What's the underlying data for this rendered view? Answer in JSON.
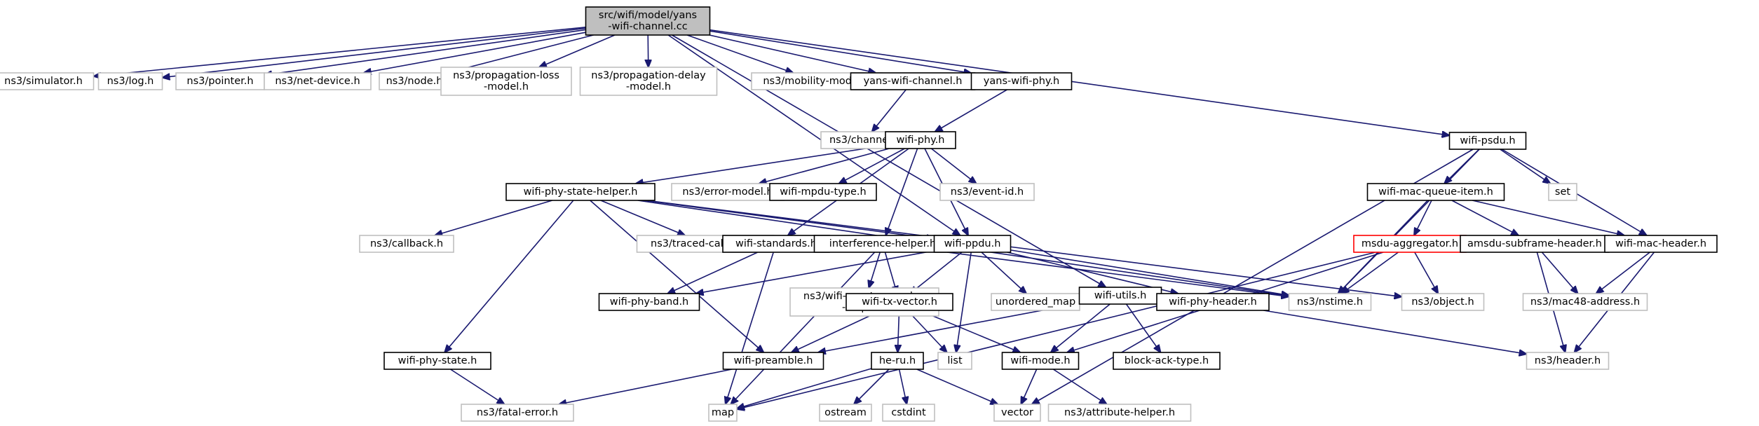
{
  "graph": {
    "root": "src/wifi/model/yans-wifi-channel.cc",
    "colors": {
      "edge": "#191970",
      "root_fill": "#bfbfbf",
      "root_border": "#000000",
      "documented_border": "#000000",
      "external_border": "#bfbfbf",
      "highlight_border": "#ff0000",
      "node_fill": "#ffffff"
    },
    "nodes": [
      {
        "id": "root",
        "lines": [
          "src/wifi/model/yans",
          "-wifi-channel.cc"
        ],
        "kind": "root"
      },
      {
        "id": "simulator",
        "lines": [
          "ns3/simulator.h"
        ],
        "kind": "external"
      },
      {
        "id": "log",
        "lines": [
          "ns3/log.h"
        ],
        "kind": "external"
      },
      {
        "id": "pointer",
        "lines": [
          "ns3/pointer.h"
        ],
        "kind": "external"
      },
      {
        "id": "netdevice",
        "lines": [
          "ns3/net-device.h"
        ],
        "kind": "external"
      },
      {
        "id": "node",
        "lines": [
          "ns3/node.h"
        ],
        "kind": "external"
      },
      {
        "id": "proploss",
        "lines": [
          "ns3/propagation-loss",
          "-model.h"
        ],
        "kind": "external"
      },
      {
        "id": "propdelay",
        "lines": [
          "ns3/propagation-delay",
          "-model.h"
        ],
        "kind": "external"
      },
      {
        "id": "mobility",
        "lines": [
          "ns3/mobility-model.h"
        ],
        "kind": "external"
      },
      {
        "id": "yanschan",
        "lines": [
          "yans-wifi-channel.h"
        ],
        "kind": "documented"
      },
      {
        "id": "yansphy",
        "lines": [
          "yans-wifi-phy.h"
        ],
        "kind": "documented"
      },
      {
        "id": "wifipsdu",
        "lines": [
          "wifi-psdu.h"
        ],
        "kind": "documented"
      },
      {
        "id": "channel",
        "lines": [
          "ns3/channel.h"
        ],
        "kind": "external"
      },
      {
        "id": "wifiphy",
        "lines": [
          "wifi-phy.h"
        ],
        "kind": "documented"
      },
      {
        "id": "phystatehelper",
        "lines": [
          "wifi-phy-state-helper.h"
        ],
        "kind": "documented"
      },
      {
        "id": "errormodel",
        "lines": [
          "ns3/error-model.h"
        ],
        "kind": "external"
      },
      {
        "id": "mpdutype",
        "lines": [
          "wifi-mpdu-type.h"
        ],
        "kind": "documented"
      },
      {
        "id": "eventid",
        "lines": [
          "ns3/event-id.h"
        ],
        "kind": "external"
      },
      {
        "id": "macqueue",
        "lines": [
          "wifi-mac-queue-item.h"
        ],
        "kind": "documented"
      },
      {
        "id": "set",
        "lines": [
          "set"
        ],
        "kind": "external"
      },
      {
        "id": "callback",
        "lines": [
          "ns3/callback.h"
        ],
        "kind": "external"
      },
      {
        "id": "tracedcb",
        "lines": [
          "ns3/traced-callback.h"
        ],
        "kind": "external"
      },
      {
        "id": "standards",
        "lines": [
          "wifi-standards.h"
        ],
        "kind": "documented"
      },
      {
        "id": "interference",
        "lines": [
          "interference-helper.h"
        ],
        "kind": "documented"
      },
      {
        "id": "ppdu",
        "lines": [
          "wifi-ppdu.h"
        ],
        "kind": "documented"
      },
      {
        "id": "msduagg",
        "lines": [
          "msdu-aggregator.h"
        ],
        "kind": "highlight"
      },
      {
        "id": "amsdu",
        "lines": [
          "amsdu-subframe-header.h"
        ],
        "kind": "documented"
      },
      {
        "id": "macheader",
        "lines": [
          "wifi-mac-header.h"
        ],
        "kind": "documented"
      },
      {
        "id": "phyband",
        "lines": [
          "wifi-phy-band.h"
        ],
        "kind": "documented"
      },
      {
        "id": "spectrum",
        "lines": [
          "ns3/wifi-spectrum-value",
          "-helper.h"
        ],
        "kind": "external"
      },
      {
        "id": "unordered",
        "lines": [
          "unordered_map"
        ],
        "kind": "external"
      },
      {
        "id": "wifiutils",
        "lines": [
          "wifi-utils.h"
        ],
        "kind": "documented"
      },
      {
        "id": "phyheader",
        "lines": [
          "wifi-phy-header.h"
        ],
        "kind": "documented"
      },
      {
        "id": "nstime",
        "lines": [
          "ns3/nstime.h"
        ],
        "kind": "external"
      },
      {
        "id": "object",
        "lines": [
          "ns3/object.h"
        ],
        "kind": "external"
      },
      {
        "id": "mac48",
        "lines": [
          "ns3/mac48-address.h"
        ],
        "kind": "external"
      },
      {
        "id": "txvector",
        "lines": [
          "wifi-tx-vector.h"
        ],
        "kind": "documented"
      },
      {
        "id": "phystate",
        "lines": [
          "wifi-phy-state.h"
        ],
        "kind": "documented"
      },
      {
        "id": "preamble",
        "lines": [
          "wifi-preamble.h"
        ],
        "kind": "documented"
      },
      {
        "id": "heru",
        "lines": [
          "he-ru.h"
        ],
        "kind": "documented"
      },
      {
        "id": "list",
        "lines": [
          "list"
        ],
        "kind": "external"
      },
      {
        "id": "wifimode",
        "lines": [
          "wifi-mode.h"
        ],
        "kind": "documented"
      },
      {
        "id": "blockack",
        "lines": [
          "block-ack-type.h"
        ],
        "kind": "documented"
      },
      {
        "id": "nsheader",
        "lines": [
          "ns3/header.h"
        ],
        "kind": "external"
      },
      {
        "id": "fatal",
        "lines": [
          "ns3/fatal-error.h"
        ],
        "kind": "external"
      },
      {
        "id": "map",
        "lines": [
          "map"
        ],
        "kind": "external"
      },
      {
        "id": "ostream",
        "lines": [
          "ostream"
        ],
        "kind": "external"
      },
      {
        "id": "cstdint",
        "lines": [
          "cstdint"
        ],
        "kind": "external"
      },
      {
        "id": "vector",
        "lines": [
          "vector"
        ],
        "kind": "external"
      },
      {
        "id": "attrhelper",
        "lines": [
          "ns3/attribute-helper.h"
        ],
        "kind": "external"
      }
    ],
    "edges": [
      [
        "root",
        "simulator"
      ],
      [
        "root",
        "log"
      ],
      [
        "root",
        "pointer"
      ],
      [
        "root",
        "netdevice"
      ],
      [
        "root",
        "node"
      ],
      [
        "root",
        "proploss"
      ],
      [
        "root",
        "propdelay"
      ],
      [
        "root",
        "mobility"
      ],
      [
        "root",
        "yanschan"
      ],
      [
        "root",
        "yansphy"
      ],
      [
        "root",
        "wifipsdu"
      ],
      [
        "root",
        "wifiutils"
      ],
      [
        "root",
        "ppdu"
      ],
      [
        "yanschan",
        "channel"
      ],
      [
        "yansphy",
        "wifiphy"
      ],
      [
        "wifiphy",
        "phystatehelper"
      ],
      [
        "wifiphy",
        "errormodel"
      ],
      [
        "wifiphy",
        "mpdutype"
      ],
      [
        "wifiphy",
        "eventid"
      ],
      [
        "wifiphy",
        "standards"
      ],
      [
        "wifiphy",
        "interference"
      ],
      [
        "wifiphy",
        "ppdu"
      ],
      [
        "phystatehelper",
        "callback"
      ],
      [
        "phystatehelper",
        "tracedcb"
      ],
      [
        "phystatehelper",
        "ppdu"
      ],
      [
        "phystatehelper",
        "nstime"
      ],
      [
        "phystatehelper",
        "object"
      ],
      [
        "phystatehelper",
        "phystate"
      ],
      [
        "phystatehelper",
        "preamble"
      ],
      [
        "wifipsdu",
        "macqueue"
      ],
      [
        "wifipsdu",
        "set"
      ],
      [
        "wifipsdu",
        "macheader"
      ],
      [
        "wifipsdu",
        "nstime"
      ],
      [
        "wifipsdu",
        "vector"
      ],
      [
        "macqueue",
        "msduagg"
      ],
      [
        "macqueue",
        "amsdu"
      ],
      [
        "macqueue",
        "macheader"
      ],
      [
        "macqueue",
        "nstime"
      ],
      [
        "msduagg",
        "nstime"
      ],
      [
        "msduagg",
        "object"
      ],
      [
        "msduagg",
        "wifimode"
      ],
      [
        "msduagg",
        "map"
      ],
      [
        "amsdu",
        "mac48"
      ],
      [
        "amsdu",
        "nsheader"
      ],
      [
        "macheader",
        "mac48"
      ],
      [
        "macheader",
        "nsheader"
      ],
      [
        "standards",
        "phyband"
      ],
      [
        "standards",
        "map"
      ],
      [
        "interference",
        "spectrum"
      ],
      [
        "interference",
        "txvector"
      ],
      [
        "interference",
        "nstime"
      ],
      [
        "interference",
        "map"
      ],
      [
        "ppdu",
        "phyband"
      ],
      [
        "ppdu",
        "txvector"
      ],
      [
        "ppdu",
        "unordered"
      ],
      [
        "ppdu",
        "phyheader"
      ],
      [
        "ppdu",
        "list"
      ],
      [
        "ppdu",
        "nstime"
      ],
      [
        "wifiutils",
        "preamble"
      ],
      [
        "wifiutils",
        "wifimode"
      ],
      [
        "wifiutils",
        "blockack"
      ],
      [
        "phyheader",
        "nsheader"
      ],
      [
        "txvector",
        "preamble"
      ],
      [
        "txvector",
        "heru"
      ],
      [
        "txvector",
        "list"
      ],
      [
        "txvector",
        "wifimode"
      ],
      [
        "phystate",
        "fatal"
      ],
      [
        "preamble",
        "fatal"
      ],
      [
        "heru",
        "map"
      ],
      [
        "heru",
        "ostream"
      ],
      [
        "heru",
        "cstdint"
      ],
      [
        "heru",
        "vector"
      ],
      [
        "wifimode",
        "vector"
      ],
      [
        "wifimode",
        "attrhelper"
      ]
    ]
  }
}
